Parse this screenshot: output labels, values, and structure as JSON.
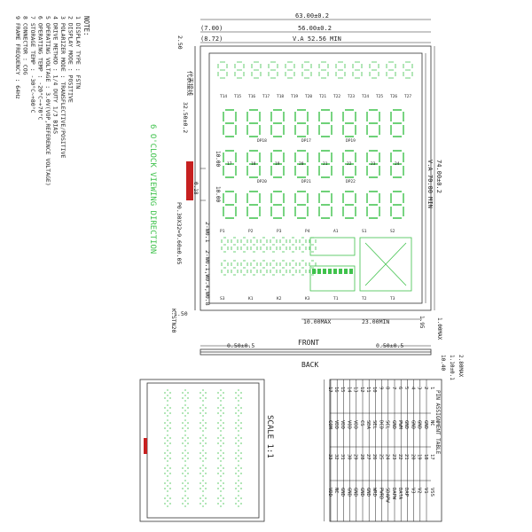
{
  "notes": {
    "header": "NOTE:",
    "lines": [
      "1 DISPLAY TYPE : FSTN",
      "2 DISPLAY MODE : POSITIVE",
      "3 POLARIZER MODE : TRANSFLECTIVE/POSITIVE",
      "4 DRIVE METHOD : 1/4 DUTY 1/3 BIAS",
      "5 OPERATING VOLTAGE : 3.0V(VOP,REFERENCE VOLTAGE)",
      "6 OPERATING TEMP : -20°C~+70°C",
      "7 STORAGE TEMP : -30°C~+80°C",
      "8 CONNECTOR : COG",
      "9 FRAME FREQUENCY : 64Hz"
    ]
  },
  "dimensions": {
    "overall_width": "63.00±0.2",
    "viewing_offset": "(7.00)",
    "inner_width": "56.00±0.2",
    "glass_offset": "(8.72)",
    "va_width": "V.A 52.56 MIN",
    "left_top": "2.50",
    "overall_height": "74.00±0.2",
    "va_height": "V.A 70.00 MIN",
    "pin_height": "32.50±0.2",
    "bottom_left": "1.50",
    "seg_a": "10.00MAX",
    "seg_b": "23.00MIN",
    "right_small": "1.95",
    "right_max": "1.00MAX",
    "thick_a": "10.40",
    "thick_b": "1.10±0.1",
    "thick_c": "2.80MAX",
    "front_left": "0.50±0.5",
    "front_right": "0.50±0.5",
    "pitch": "P0.30X32=9.60±0.05",
    "pin_w": "0.18",
    "dim_10a": "10.00",
    "dim_10b": "10.00",
    "w_note": "2-W0.1",
    "w_note2": "2-W0.1,W0.4,W0.8",
    "polarizer_tag": "K:STN20",
    "scale": "SCALE 1:1"
  },
  "labels": {
    "viewing_direction": "6 O'CLOCK VIEWING DIRECTION",
    "chinese_mark": "代表接线",
    "front": "FRONT",
    "back": "BACK"
  },
  "pin_table": {
    "title": "PIN ASSIGNMENT TABLE",
    "rows": [
      [
        "1",
        "NC",
        "17",
        "VSS"
      ],
      [
        "2",
        "GND",
        "18",
        "V1"
      ],
      [
        "3",
        "GND",
        "19",
        "V2"
      ],
      [
        "4",
        "GND",
        "20",
        "V3"
      ],
      [
        "5",
        "GND",
        "21",
        "DAP"
      ],
      [
        "6",
        "PWM",
        "22",
        "DATA"
      ],
      [
        "7",
        "GND",
        "23",
        "DAPW"
      ],
      [
        "8",
        "SCL",
        "24",
        "SDAPW"
      ],
      [
        "9",
        "DCD",
        "25",
        "PWRD"
      ],
      [
        "10",
        "SEL",
        "26",
        "WRD"
      ],
      [
        "11",
        "SDA",
        "27",
        "GND"
      ],
      [
        "12",
        "CS",
        "28",
        "GND"
      ],
      [
        "13",
        "VDD",
        "29",
        "GND"
      ],
      [
        "14",
        "VOD",
        "30",
        "GND"
      ],
      [
        "15",
        "VDD",
        "31",
        "GND"
      ],
      [
        "16",
        "VDD",
        "32",
        "NC"
      ],
      [
        "17",
        "COM",
        "33",
        "VDD"
      ]
    ]
  },
  "segment_labels": {
    "top_row": [
      "T14",
      "T15",
      "T16",
      "T17",
      "T18",
      "T19",
      "T20",
      "T21",
      "T22",
      "T23",
      "T24",
      "T25",
      "T26",
      "T27"
    ],
    "dp": [
      "DP18",
      "DP17",
      "DP19",
      "DP20",
      "DP21",
      "DP22"
    ],
    "digits": [
      "17",
      "18",
      "19",
      "20",
      "21",
      "22",
      "23",
      "24"
    ],
    "misc": [
      "P1",
      "P2",
      "P3",
      "P4",
      "A1",
      "S1",
      "S2",
      "S3",
      "K1",
      "K2",
      "K3",
      "T1",
      "T2",
      "T3"
    ]
  }
}
